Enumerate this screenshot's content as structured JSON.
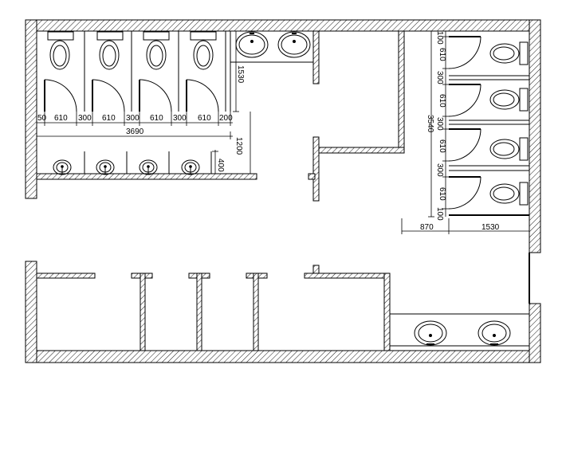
{
  "dimensions": {
    "left_bottom": [
      "50",
      "610",
      "300",
      "610",
      "300",
      "610",
      "300",
      "610",
      "200"
    ],
    "left_total": "3690",
    "left_v_1530": "1530",
    "left_v_1200": "1200",
    "left_v_400": "400",
    "right_vertical": [
      "100",
      "610",
      "300",
      "610",
      "300",
      "610",
      "300",
      "610",
      "100"
    ],
    "right_total": "3540",
    "right_bottom_870": "870",
    "right_bottom_1530": "1530"
  }
}
